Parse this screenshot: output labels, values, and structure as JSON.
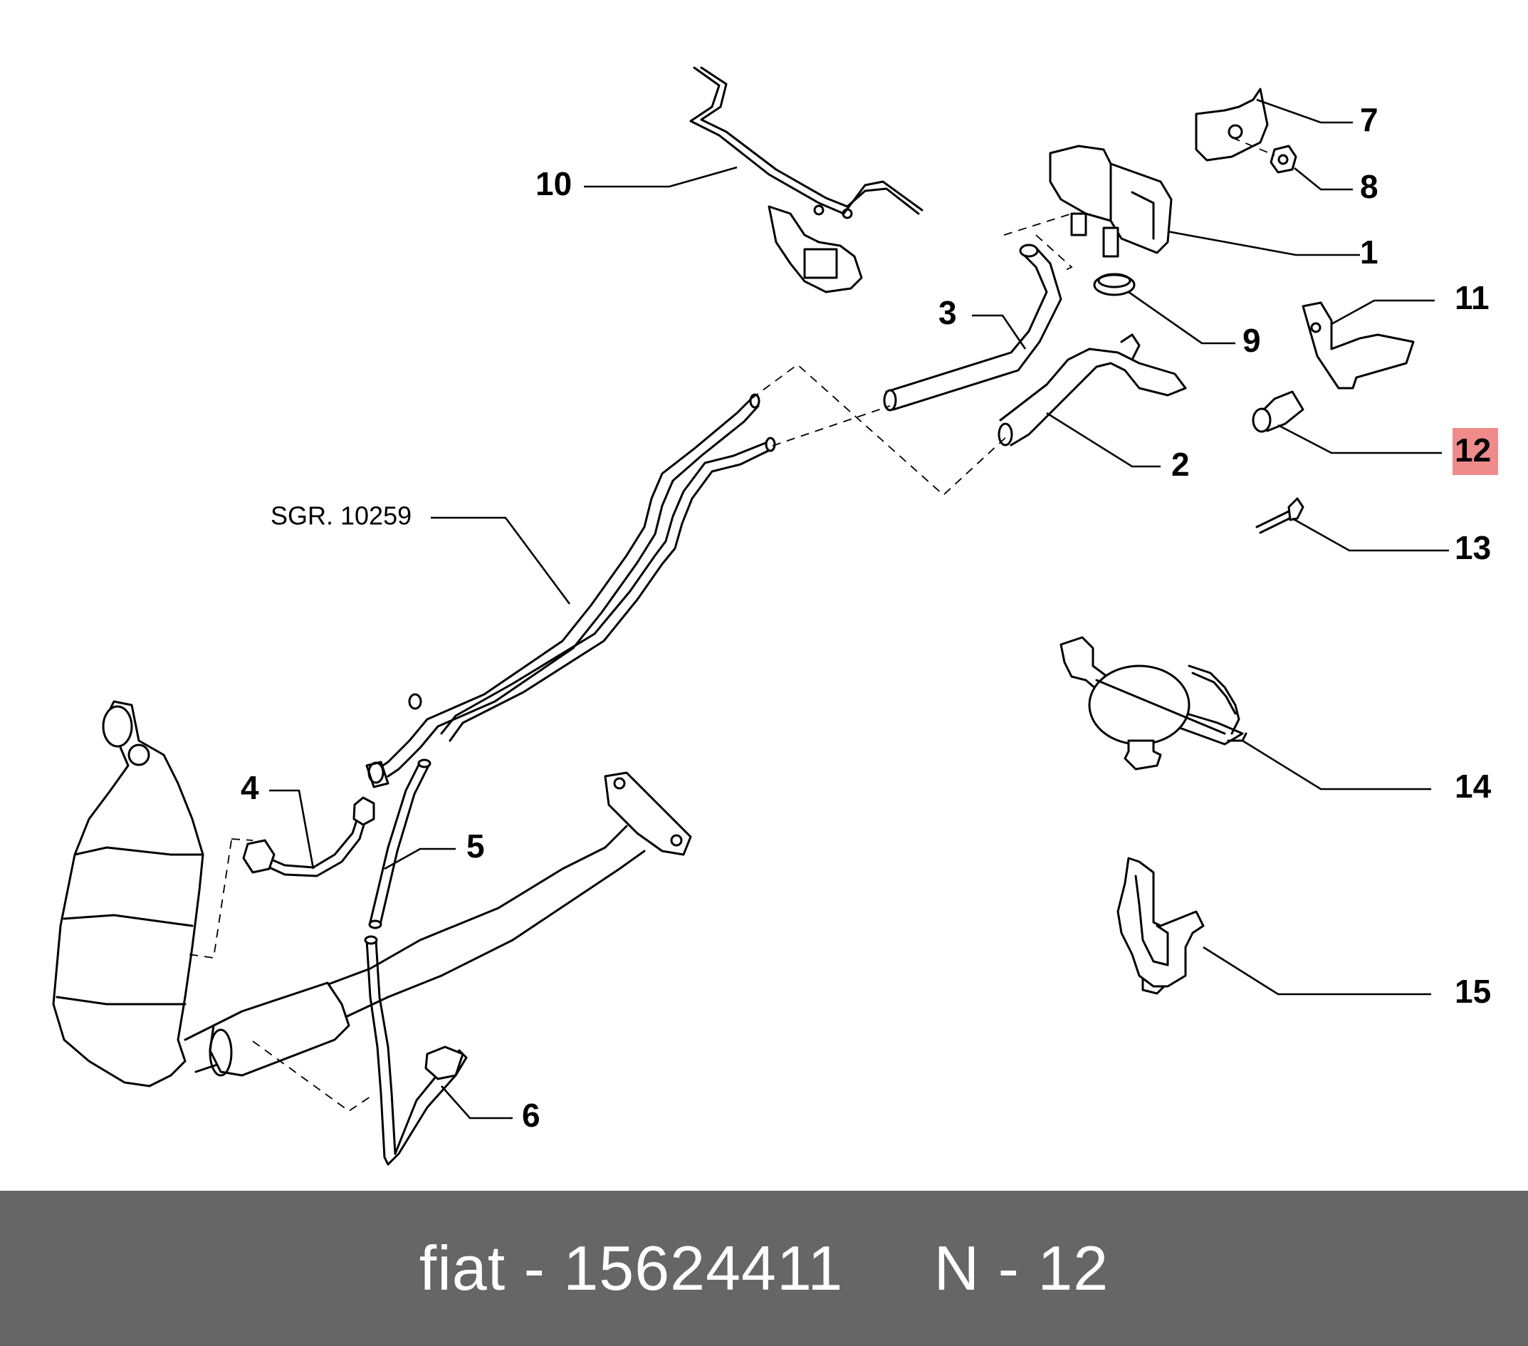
{
  "callouts": {
    "c1": "1",
    "c2": "2",
    "c3": "3",
    "c4": "4",
    "c5": "5",
    "c6": "6",
    "c7": "7",
    "c8": "8",
    "c9": "9",
    "c10": "10",
    "c11": "11",
    "c12": "12",
    "c13": "13",
    "c14": "14",
    "c15": "15"
  },
  "reference_label": "SGR. 10259",
  "highlighted_callout": "12",
  "highlight_color": "#ef8b8b",
  "footer": {
    "text": "fiat - 15624411     N - 12",
    "background": "#666666",
    "color": "#ffffff"
  }
}
